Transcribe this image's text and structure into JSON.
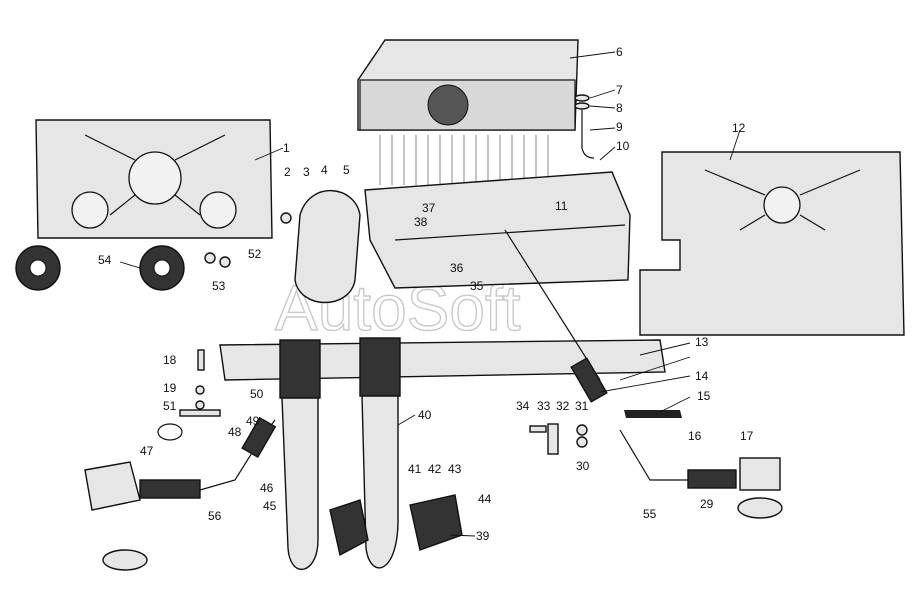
{
  "watermark": "AutoSoft",
  "callouts": [
    "1",
    "2",
    "3",
    "4",
    "5",
    "6",
    "7",
    "8",
    "9",
    "10",
    "11",
    "12",
    "13",
    "14",
    "15",
    "16",
    "17",
    "18",
    "19",
    "29",
    "30",
    "31",
    "32",
    "33",
    "34",
    "35",
    "36",
    "37",
    "38",
    "39",
    "40",
    "41",
    "42",
    "43",
    "44",
    "45",
    "46",
    "47",
    "48",
    "49",
    "50",
    "51",
    "52",
    "53",
    "54",
    "55",
    "56"
  ]
}
